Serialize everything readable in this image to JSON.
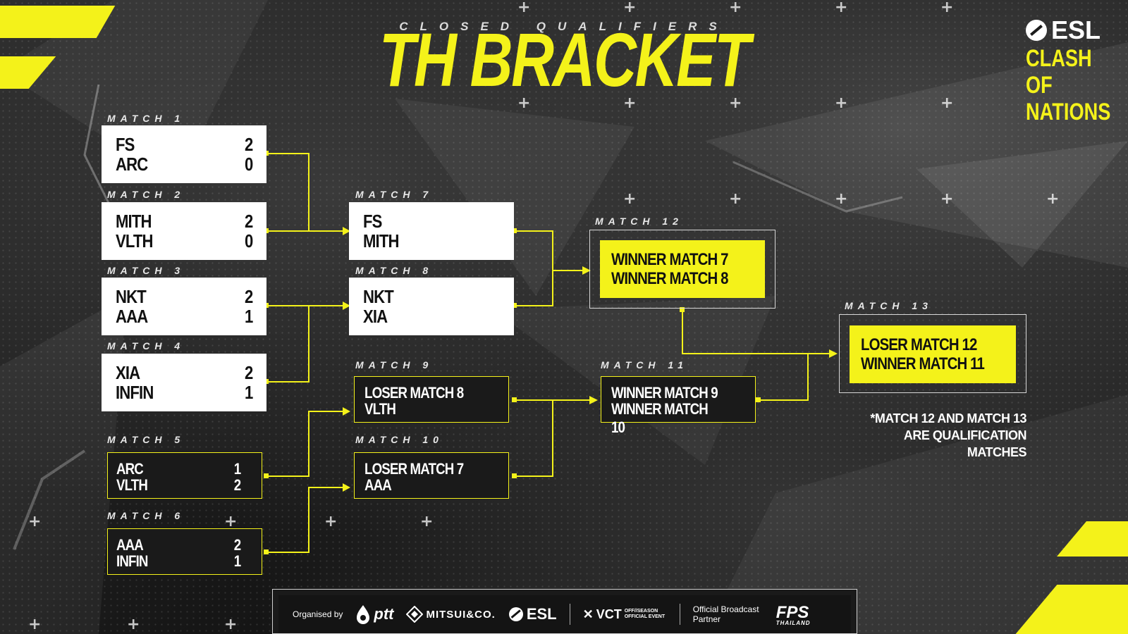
{
  "title": {
    "subtitle": "CLOSED QUALIFIERS",
    "main": "TH BRACKET"
  },
  "brand": {
    "esl": "ESL",
    "line1": "CLASH OF",
    "line2": "NATIONS"
  },
  "colors": {
    "accent": "#f4f21a",
    "background": "#1b1b1b",
    "card": "#ffffff",
    "dark_card": "#1a1a1a"
  },
  "matches": {
    "m1": {
      "label": "MATCH 1",
      "team1": "FS",
      "score1": "2",
      "team2": "ARC",
      "score2": "0"
    },
    "m2": {
      "label": "MATCH 2",
      "team1": "MITH",
      "score1": "2",
      "team2": "VLTH",
      "score2": "0"
    },
    "m3": {
      "label": "MATCH 3",
      "team1": "NKT",
      "score1": "2",
      "team2": "AAA",
      "score2": "1"
    },
    "m4": {
      "label": "MATCH 4",
      "team1": "XIA",
      "score1": "2",
      "team2": "INFIN",
      "score2": "1"
    },
    "m5": {
      "label": "MATCH 5",
      "team1": "ARC",
      "score1": "1",
      "team2": "VLTH",
      "score2": "2"
    },
    "m6": {
      "label": "MATCH 6",
      "team1": "AAA",
      "score1": "2",
      "team2": "INFIN",
      "score2": "1"
    },
    "m7": {
      "label": "MATCH 7",
      "team1": "FS",
      "team2": "MITH"
    },
    "m8": {
      "label": "MATCH 8",
      "team1": "NKT",
      "team2": "XIA"
    },
    "m9": {
      "label": "MATCH 9",
      "team1": "LOSER MATCH 8",
      "team2": "VLTH"
    },
    "m10": {
      "label": "MATCH 10",
      "team1": "LOSER MATCH 7",
      "team2": "AAA"
    },
    "m11": {
      "label": "MATCH 11",
      "team1": "WINNER MATCH 9",
      "team2": "WINNER MATCH 10"
    },
    "m12": {
      "label": "MATCH 12",
      "team1": "WINNER MATCH 7",
      "team2": "WINNER MATCH 8"
    },
    "m13": {
      "label": "MATCH 13",
      "team1": "LOSER MATCH 12",
      "team2": "WINNER MATCH 11"
    }
  },
  "note": {
    "line1": "*MATCH 12 AND MATCH 13",
    "line2": "ARE QUALIFICATION MATCHES"
  },
  "footer": {
    "organised_by": "Organised by",
    "ptt": "ptt",
    "mitsui": "MITSUI&CO.",
    "esl": "ESL",
    "vct": "VCT",
    "vct_sub": "OFF//SEASON OFFICIAL EVENT",
    "broadcast": "Official Broadcast Partner",
    "fps": "FPS",
    "fps_sub": "THAILAND"
  }
}
